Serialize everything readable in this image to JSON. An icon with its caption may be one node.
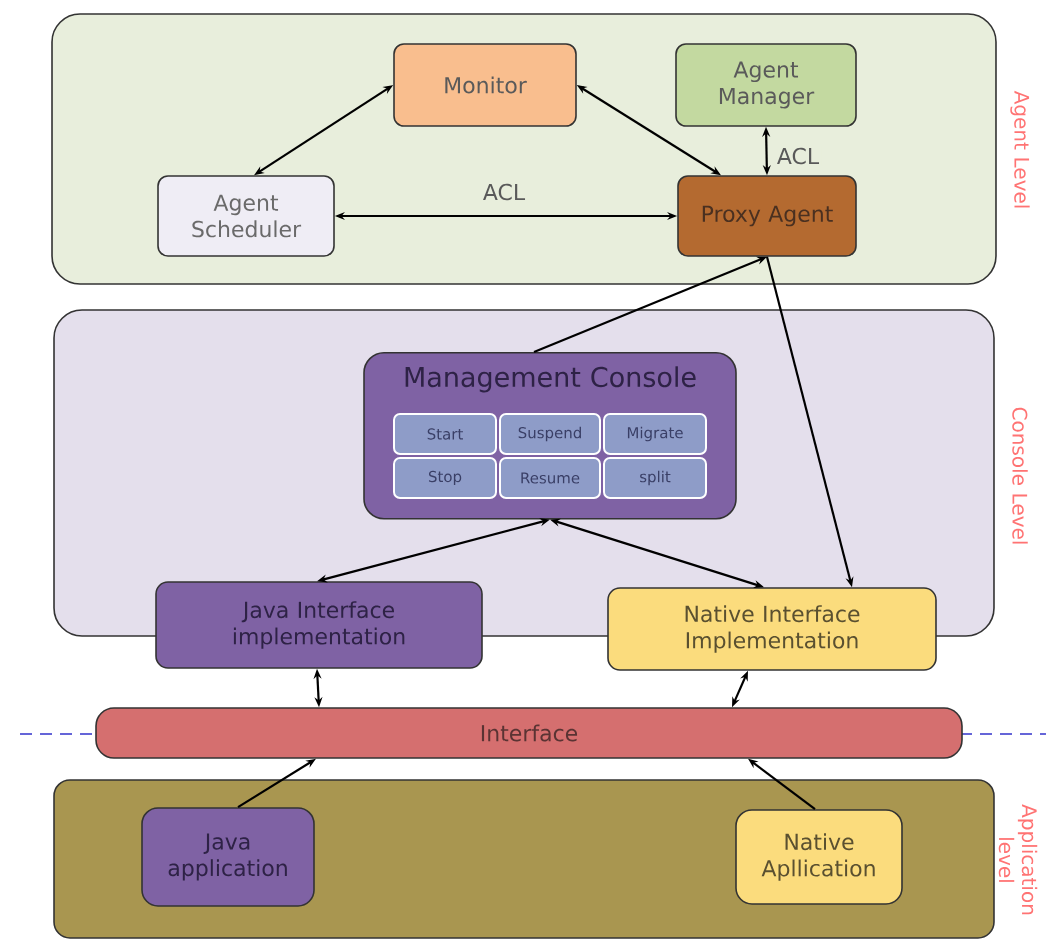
{
  "diagram": {
    "nodes": [
      {
        "text": [],
        "shape": "box",
        "beside": [
          "Agent Level"
        ]
      },
      {
        "text": [
          "Monitor"
        ],
        "in": 0
      },
      {
        "text": [
          "Agent Manager"
        ],
        "in": 0
      },
      {
        "text": [
          "Agent Scheduler"
        ],
        "in": 0
      },
      {
        "text": [
          "Proxy Agent"
        ],
        "in": 0
      },
      {
        "text": [],
        "shape": "box",
        "beside": [
          "Console Level"
        ]
      },
      {
        "text": [
          "Management Console"
        ],
        "in": 5
      },
      {
        "text": [
          "Start"
        ],
        "in": 6
      },
      {
        "text": [
          "Suspend"
        ],
        "in": 6
      },
      {
        "text": [
          "Migrate"
        ],
        "in": 6
      },
      {
        "text": [
          "Stop"
        ],
        "in": 6
      },
      {
        "text": [
          "Resume"
        ],
        "in": 6
      },
      {
        "text": [
          "split"
        ],
        "in": 6
      },
      {
        "text": [
          "Java Interface implementation"
        ]
      },
      {
        "text": [
          "Native Interface Implementation"
        ]
      },
      {
        "text": [
          "Interface"
        ]
      },
      {
        "text": [],
        "shape": "box",
        "beside": [
          "Application level"
        ]
      },
      {
        "text": [
          "Java application"
        ],
        "in": 16
      },
      {
        "text": [
          "Native Apllication"
        ],
        "in": 16
      }
    ],
    "edges": [
      {
        "from": 1,
        "to": 3,
        "arrow": "both"
      },
      {
        "from": 1,
        "to": 4,
        "arrow": "both"
      },
      {
        "from": 2,
        "to": 4,
        "arrow": "both",
        "label": "ACL"
      },
      {
        "from": 3,
        "to": 4,
        "arrow": "both",
        "label": "ACL"
      },
      {
        "from": 6,
        "to": 4,
        "arrow": "to"
      },
      {
        "from": 4,
        "to": 14,
        "arrow": "to"
      },
      {
        "from": 6,
        "to": 13,
        "arrow": "both"
      },
      {
        "from": 6,
        "to": 14,
        "arrow": "both"
      },
      {
        "from": 13,
        "to": 15,
        "arrow": "both"
      },
      {
        "from": 14,
        "to": 15,
        "arrow": "both"
      },
      {
        "from": 17,
        "to": 15,
        "arrow": "to"
      },
      {
        "from": 18,
        "to": 15,
        "arrow": "to"
      }
    ]
  }
}
